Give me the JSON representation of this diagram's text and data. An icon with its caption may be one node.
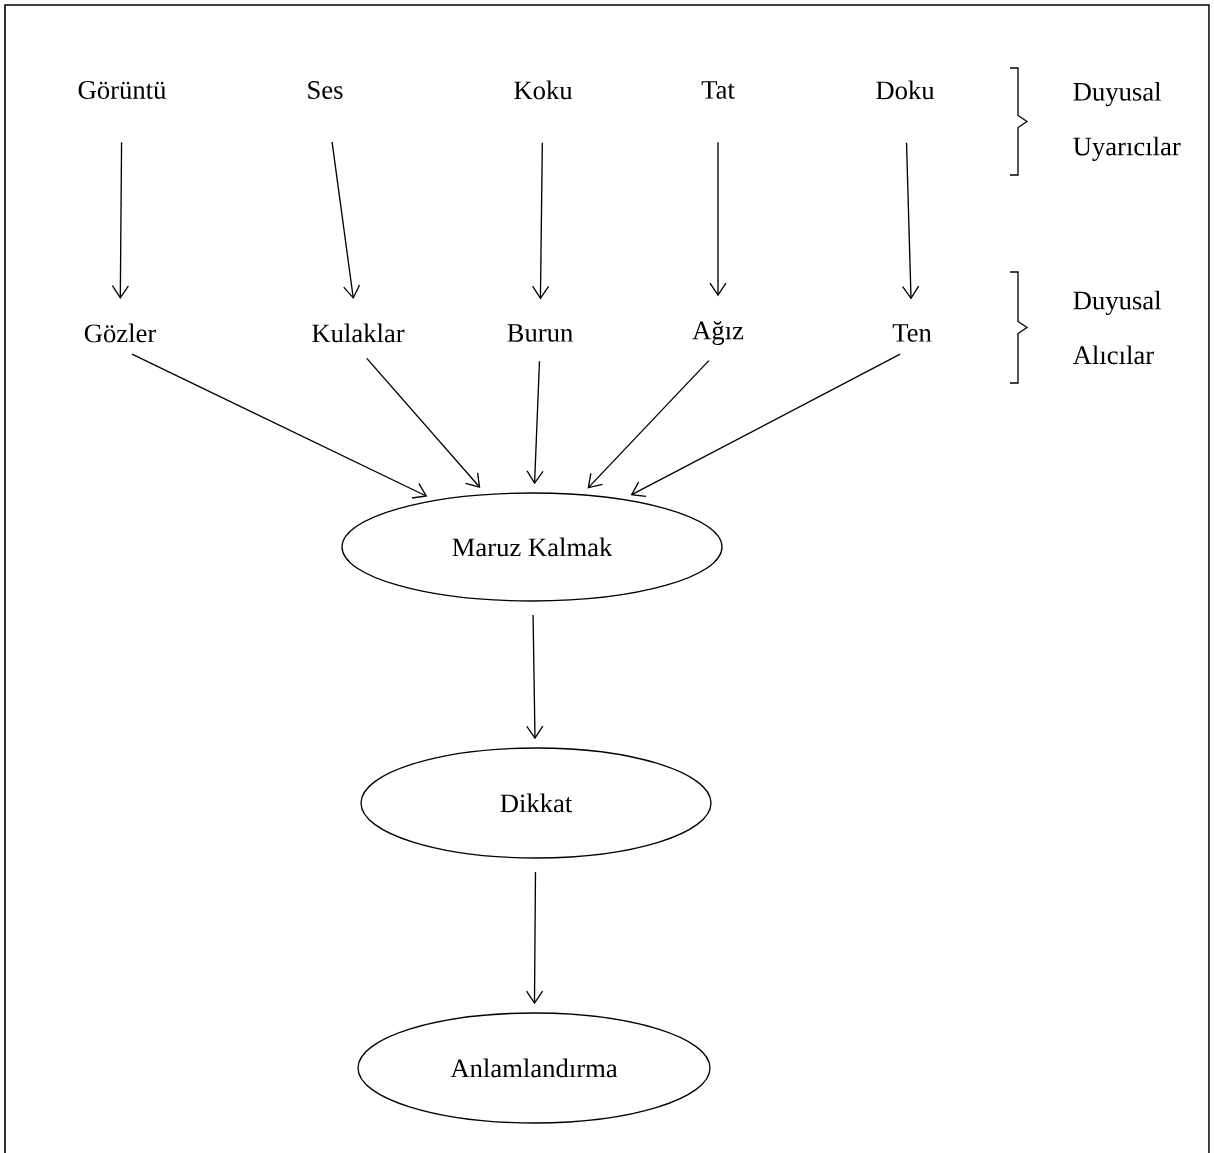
{
  "diagram": {
    "nodes": [
      {
        "text": [
          "Görüntü"
        ]
      },
      {
        "text": [
          "Ses"
        ]
      },
      {
        "text": [
          "Koku"
        ]
      },
      {
        "text": [
          "Tat"
        ]
      },
      {
        "text": [
          "Doku"
        ]
      },
      {
        "text": [
          "Gözler"
        ]
      },
      {
        "text": [
          "Kulaklar"
        ]
      },
      {
        "text": [
          "Burun"
        ]
      },
      {
        "text": [
          "Ağız"
        ]
      },
      {
        "text": [
          "Ten"
        ]
      },
      {
        "text": [
          "Maruz Kalmak"
        ]
      },
      {
        "text": [
          "Dikkat"
        ]
      },
      {
        "text": [
          "Anlamlandırma"
        ]
      }
    ],
    "edges": [
      {
        "from": 0,
        "to": 5,
        "arrow": "to"
      },
      {
        "from": 1,
        "to": 6,
        "arrow": "to"
      },
      {
        "from": 2,
        "to": 7,
        "arrow": "to"
      },
      {
        "from": 3,
        "to": 8,
        "arrow": "to"
      },
      {
        "from": 4,
        "to": 9,
        "arrow": "to"
      },
      {
        "from": 5,
        "to": 10,
        "arrow": "to"
      },
      {
        "from": 6,
        "to": 10,
        "arrow": "to"
      },
      {
        "from": 7,
        "to": 10,
        "arrow": "to"
      },
      {
        "from": 8,
        "to": 10,
        "arrow": "to"
      },
      {
        "from": 9,
        "to": 10,
        "arrow": "to"
      },
      {
        "from": 10,
        "to": 11,
        "arrow": "to"
      },
      {
        "from": 11,
        "to": 12,
        "arrow": "to"
      }
    ],
    "labels": [
      "Duyusal Uyarıcılar",
      "Duyusal Alıcılar"
    ]
  }
}
